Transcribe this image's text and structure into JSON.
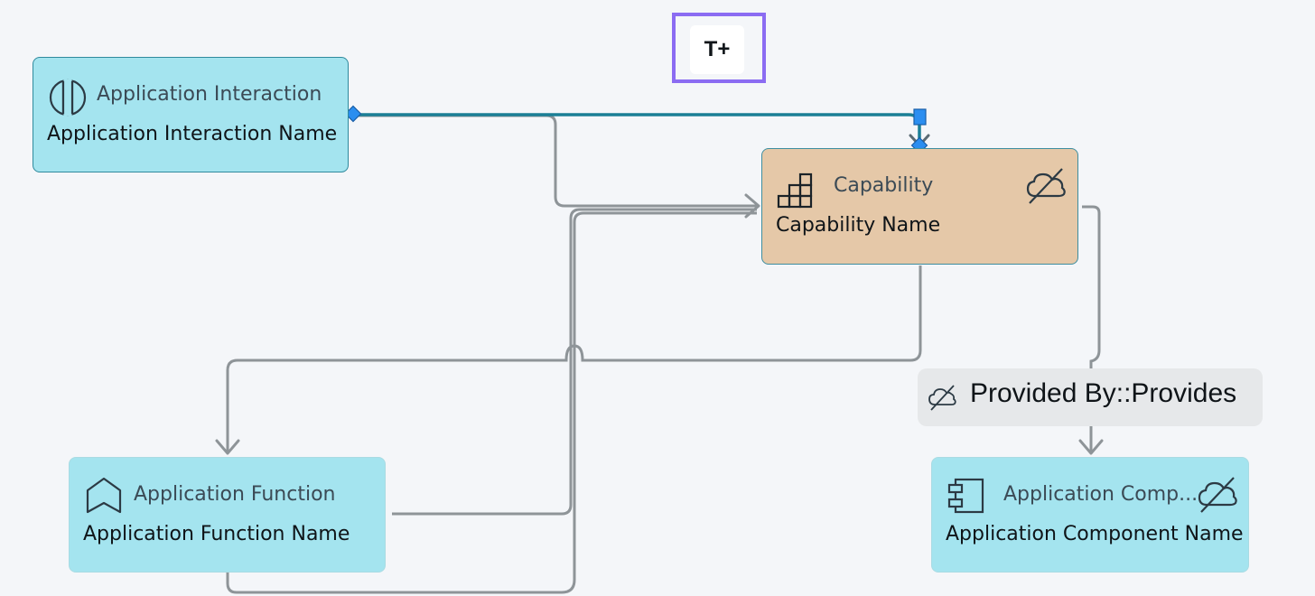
{
  "toolbar": {
    "text_plus_label": "T+"
  },
  "nodes": {
    "application_interaction": {
      "type_label": "Application Interaction",
      "name": "Application Interaction Name",
      "icon": "application-interaction-icon",
      "fill": "#a4e4ef"
    },
    "capability": {
      "type_label": "Capability",
      "name": "Capability Name",
      "icon": "capability-icon",
      "status_icon": "cloud-off-icon",
      "fill": "#e5c8a8"
    },
    "application_function": {
      "type_label": "Application Function",
      "name": "Application Function Name",
      "icon": "application-function-icon",
      "fill": "#a4e4ef"
    },
    "application_component": {
      "type_label": "Application Comp...",
      "name": "Application Component Name",
      "icon": "application-component-icon",
      "status_icon": "cloud-off-icon",
      "fill": "#a4e4ef"
    }
  },
  "edges": {
    "relationship_label": "Provided By::Provides",
    "relationship_icon": "cloud-off-icon",
    "selected_color": "#1b7f96",
    "default_color": "#8e9498",
    "selection_handle_color": "#2b8ef0"
  },
  "highlight_color": "#8b6cf2"
}
